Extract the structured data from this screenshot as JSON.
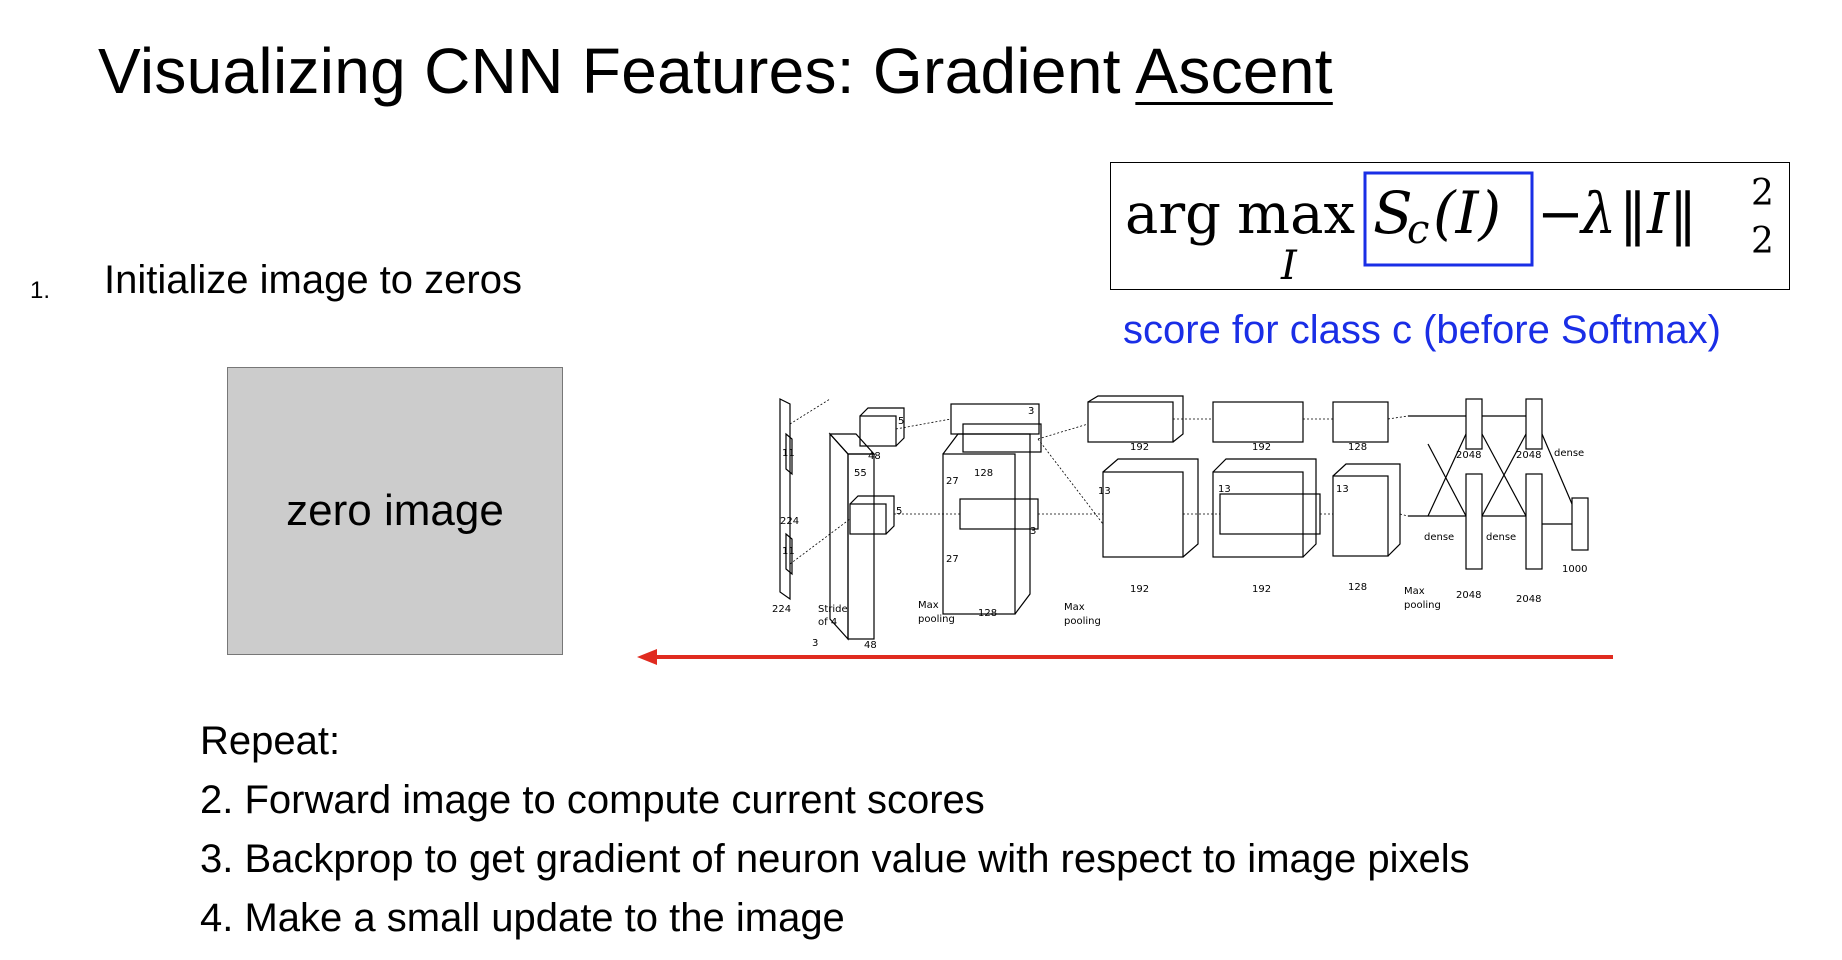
{
  "slide": {
    "title_main": "Visualizing CNN Features: Gradient ",
    "title_underlined": "Ascent",
    "step1_number": "1.",
    "step1_text": "Initialize image to zeros",
    "formula": {
      "arg": "arg",
      "max": "max",
      "max_sub": "I",
      "score": "S",
      "score_sub": "c",
      "score_arg": "(I)",
      "minus": "−",
      "lambda": "λ",
      "norm": "‖I‖",
      "norm_sup": "2",
      "norm_sub": "2"
    },
    "formula_highlight_color": "#1a2ee6",
    "score_caption": "score for class c (before Softmax)",
    "zero_image_label": "zero image",
    "repeat_lines": [
      "Repeat:",
      "2. Forward image to compute current scores",
      "3. Backprop to get gradient of neuron value with respect to image pixels",
      "4. Make a small update to the image"
    ],
    "backprop_arrow_color": "#e02b20"
  },
  "network_labels": {
    "input_size": "224",
    "input_depth": "3",
    "kernel_11": "11",
    "stride": "Stride",
    "stride_of": "of 4",
    "k5": "5",
    "k3": "3",
    "l1_depth": "48",
    "l1_size": "55",
    "l2_size": "27",
    "l2_depth": "128",
    "l3_size": "13",
    "l3_depth": "192",
    "l5_depth": "128",
    "fc": "2048",
    "dense": "dense",
    "out": "1000",
    "max": "Max",
    "pooling": "pooling"
  }
}
